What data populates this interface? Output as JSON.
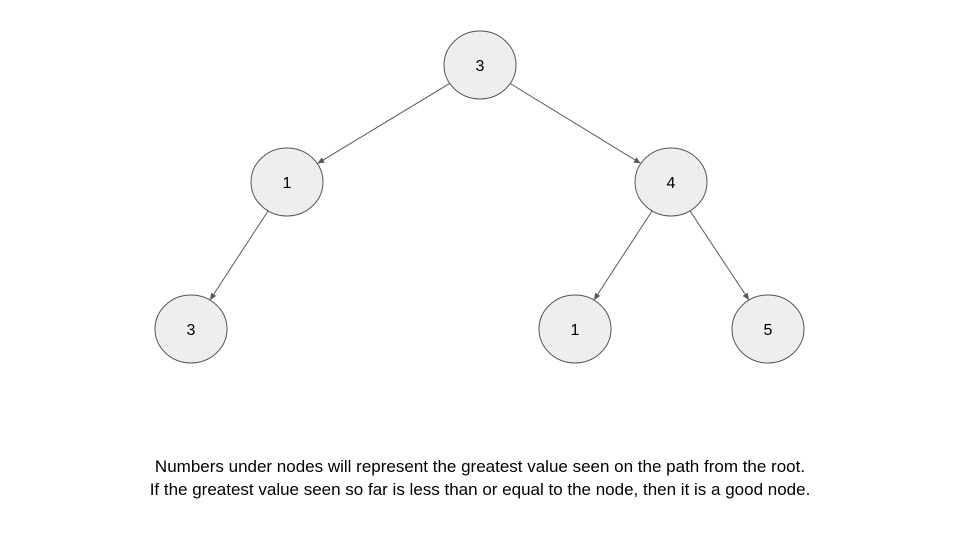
{
  "tree": {
    "nodes": [
      {
        "id": "root",
        "label": "3"
      },
      {
        "id": "left",
        "label": "1"
      },
      {
        "id": "right",
        "label": "4"
      },
      {
        "id": "left-left",
        "label": "3"
      },
      {
        "id": "right-left",
        "label": "1"
      },
      {
        "id": "right-right",
        "label": "5"
      }
    ],
    "edges": [
      {
        "from": "root",
        "to": "left"
      },
      {
        "from": "root",
        "to": "right"
      },
      {
        "from": "left",
        "to": "left-left"
      },
      {
        "from": "right",
        "to": "right-left"
      },
      {
        "from": "right",
        "to": "right-right"
      }
    ]
  },
  "caption": {
    "line1": "Numbers under nodes will represent the greatest value seen on the path from the root.",
    "line2": "If the greatest value seen so far is less than or equal to the node, then it is a good node."
  },
  "colors": {
    "node_fill": "#eeeeee",
    "node_stroke": "#555555",
    "edge": "#595959"
  }
}
